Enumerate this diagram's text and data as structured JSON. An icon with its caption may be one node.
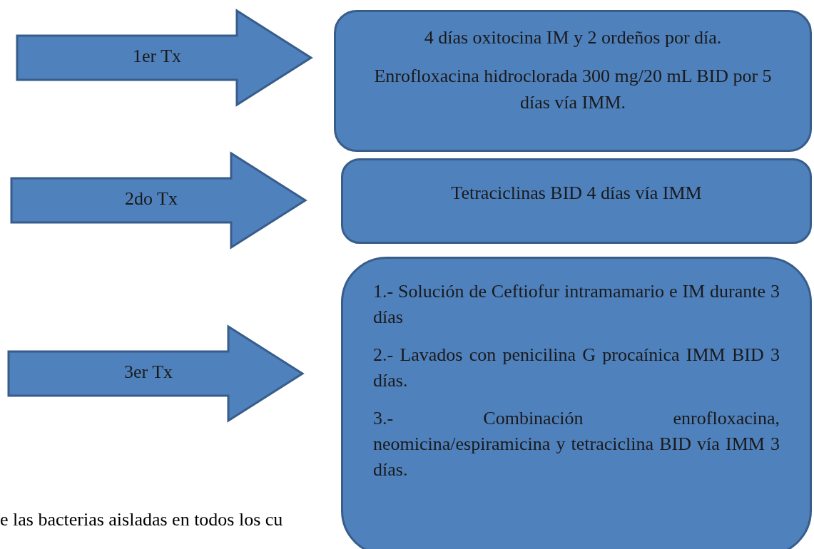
{
  "diagram": {
    "nodes": [
      {
        "text": [
          "1er Tx"
        ]
      },
      {
        "text": [
          "4 días oxitocina IM y 2 ordeños por día.",
          "Enrofloxacina hidroclorada 300 mg/20 mL BID por 5 días vía IMM."
        ]
      },
      {
        "text": [
          "2do Tx"
        ]
      },
      {
        "text": [
          "Tetraciclinas BID 4 días vía IMM"
        ]
      },
      {
        "text": [
          "3er Tx"
        ]
      },
      {
        "text": [
          "1.- Solución de Ceftiofur intramamario e IM durante 3 días",
          "2.- Lavados con penicilina G procaínica IMM BID 3 días.",
          "3.- Combinación enrofloxacina, neomicina/espiramicina y tetraciclina BID vía IMM 3 días."
        ]
      }
    ],
    "labels": [
      "e las bacterias aisladas en todos los cu"
    ]
  }
}
